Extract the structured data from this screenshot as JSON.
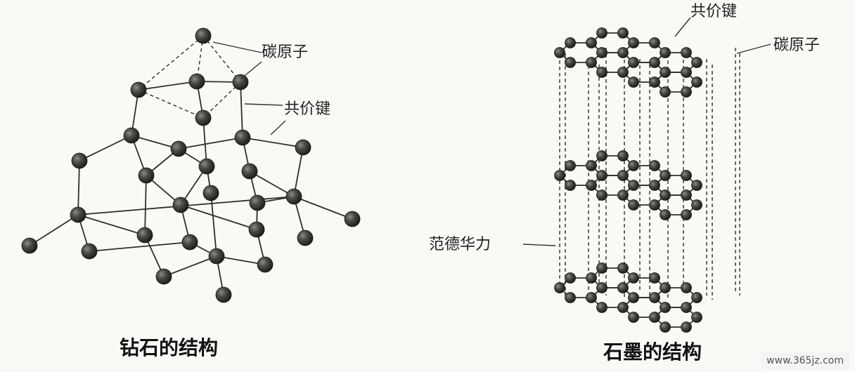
{
  "diamond": {
    "caption": "钻石的结构",
    "labels": {
      "atom": "碳原子",
      "bond": "共价键"
    }
  },
  "graphite": {
    "caption": "石墨的结构",
    "labels": {
      "bond": "共价键",
      "atom": "碳原子",
      "vdw": "范德华力"
    }
  },
  "watermark": "www.365jz.com",
  "colors": {
    "atom": "#3b3c38",
    "line": "#333333",
    "background": "#faf9f6"
  }
}
